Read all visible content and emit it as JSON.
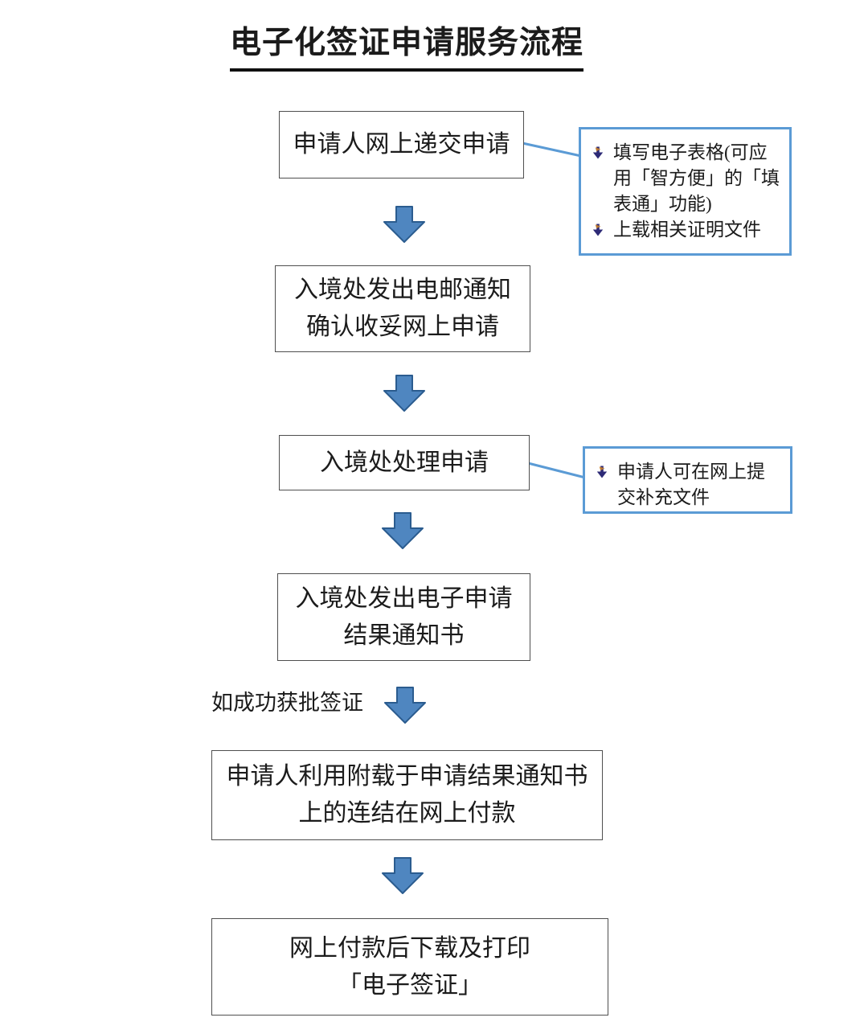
{
  "title": "电子化签证申请服务流程",
  "branch_label": "如成功获批签证",
  "steps": [
    {
      "lines": [
        "申请人网上递交申请"
      ]
    },
    {
      "lines": [
        "入境处发出电邮通知",
        "确认收妥网上申请"
      ]
    },
    {
      "lines": [
        "入境处处理申请"
      ]
    },
    {
      "lines": [
        "入境处发出电子申请",
        "结果通知书"
      ]
    },
    {
      "lines": [
        "申请人利用附载于申请结果通知书",
        "上的连结在网上付款"
      ]
    },
    {
      "lines": [
        "网上付款后下载及打印",
        "「电子签证」"
      ]
    }
  ],
  "notes": [
    {
      "items": [
        "填写电子表格(可应用「智方便」的「填表通」功能)",
        "上载相关证明文件"
      ]
    },
    {
      "items": [
        "申请人可在网上提交补充文件"
      ]
    }
  ],
  "icons": {
    "flow_arrow": "down-arrow-icon",
    "note_bullet": "arrow-bullet-icon"
  },
  "colors": {
    "text": "#1b1b1b",
    "title_underline": "#101010",
    "box_border": "#4f4f4f",
    "note_border": "#5b9bd5",
    "arrow_fill": "#4f86c0",
    "arrow_stroke": "#2b5c8f",
    "bullet_navy": "#2d2a76",
    "bullet_orange": "#c8802e"
  }
}
